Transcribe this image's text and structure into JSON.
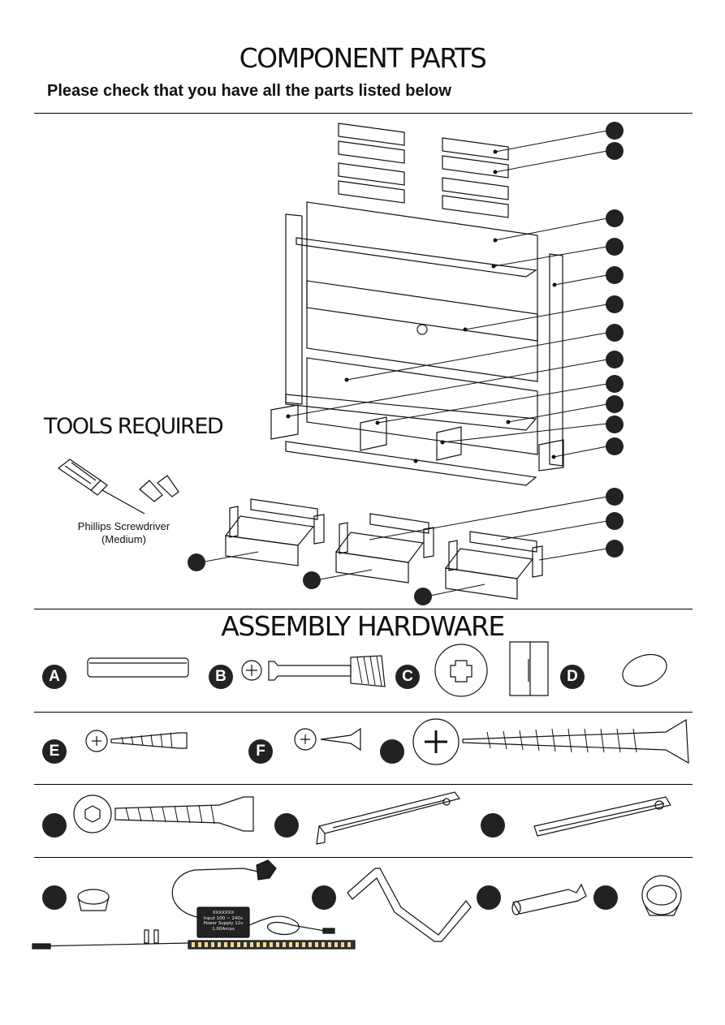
{
  "header": {
    "title": "COMPONENT PARTS",
    "subtitle": "Please check that you have all the parts listed below"
  },
  "tools": {
    "title": "TOOLS REQUIRED",
    "caption_line1": "Phillips Screwdriver",
    "caption_line2": "(Medium)"
  },
  "hardware": {
    "title": "ASSEMBLY HARDWARE",
    "labels": [
      "A",
      "B",
      "C",
      "D",
      "E",
      "F"
    ]
  },
  "power_supply_label": [
    "XXXXXXX",
    "Input 100 ~ 240v",
    "Power Supply 12v",
    "1.00Amps"
  ]
}
